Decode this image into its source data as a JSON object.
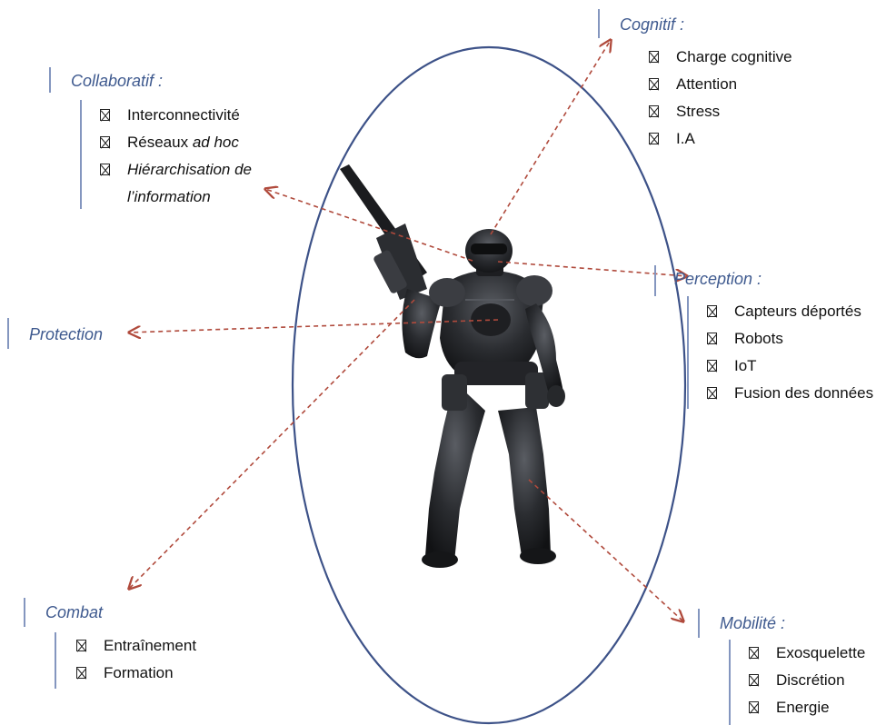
{
  "groups": {
    "collaboratif": {
      "heading": "Collaboratif :",
      "items": [
        {
          "plain": "Interconnectivité",
          "italic": ""
        },
        {
          "plain": "Réseaux ",
          "italic": "ad hoc"
        },
        {
          "plain": "",
          "italic": "Hiérarchisation de l’information"
        }
      ]
    },
    "cognitif": {
      "heading": "Cognitif :",
      "items": [
        "Charge cognitive",
        "Attention",
        "Stress",
        "I.A"
      ]
    },
    "perception": {
      "heading": "Perception :",
      "items": [
        "Capteurs déportés",
        "Robots",
        "IoT",
        "Fusion des données"
      ]
    },
    "protection": {
      "heading": "Protection"
    },
    "combat": {
      "heading": "Combat",
      "items": [
        "Entraînement",
        "Formation"
      ]
    },
    "mobilite": {
      "heading": "Mobilité :",
      "items": [
        "Exosquelette",
        "Discrétion",
        "Energie"
      ]
    }
  },
  "colors": {
    "ellipse": "#3d5288",
    "arrow": "#b04a3c",
    "heading": "#3f5a8f",
    "bar": "#8496bf"
  },
  "icons": {
    "bullet": "checkbox-cross-icon",
    "figure": "armored-soldier-icon"
  }
}
